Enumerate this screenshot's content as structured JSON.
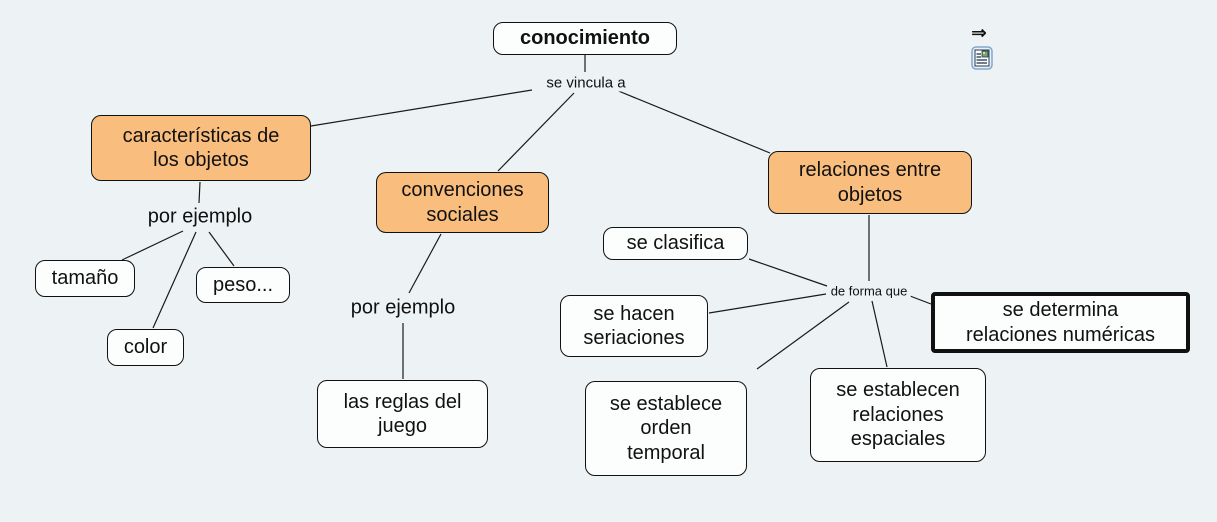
{
  "app": {
    "background_color": "#EDF3F4",
    "concept_fill_color": "#F9BE7E",
    "node_fill_color": "#FCFEFE",
    "line_color": "#111111"
  },
  "nodes": {
    "conocimiento": {
      "label": "conocimiento"
    },
    "caracteristicas": {
      "label": "características de\nlos objetos"
    },
    "convenciones": {
      "label": "convenciones\nsociales"
    },
    "relaciones": {
      "label": "relaciones entre\nobjetos"
    },
    "tamano": {
      "label": "tamaño"
    },
    "peso": {
      "label": "peso..."
    },
    "color": {
      "label": "color"
    },
    "reglas": {
      "label": "las reglas del\njuego"
    },
    "clasifica": {
      "label": "se clasifica"
    },
    "seriaciones": {
      "label": "se hacen\nseriaciones"
    },
    "orden_temporal": {
      "label": "se establece\norden\ntemporal"
    },
    "espaciales": {
      "label": "se establecen\nrelaciones\nespaciales"
    },
    "numericas": {
      "label": "se determina\nrelaciones numéricas"
    }
  },
  "linking_phrases": {
    "se_vincula_a": "se vincula a",
    "por_ejemplo_izquierda": "por ejemplo",
    "por_ejemplo_centro": "por ejemplo",
    "de_forma_que": "de forma que"
  },
  "icons": {
    "forward_arrow_glyph": "⇒",
    "resource_icon_name": "resource-document-icon"
  }
}
